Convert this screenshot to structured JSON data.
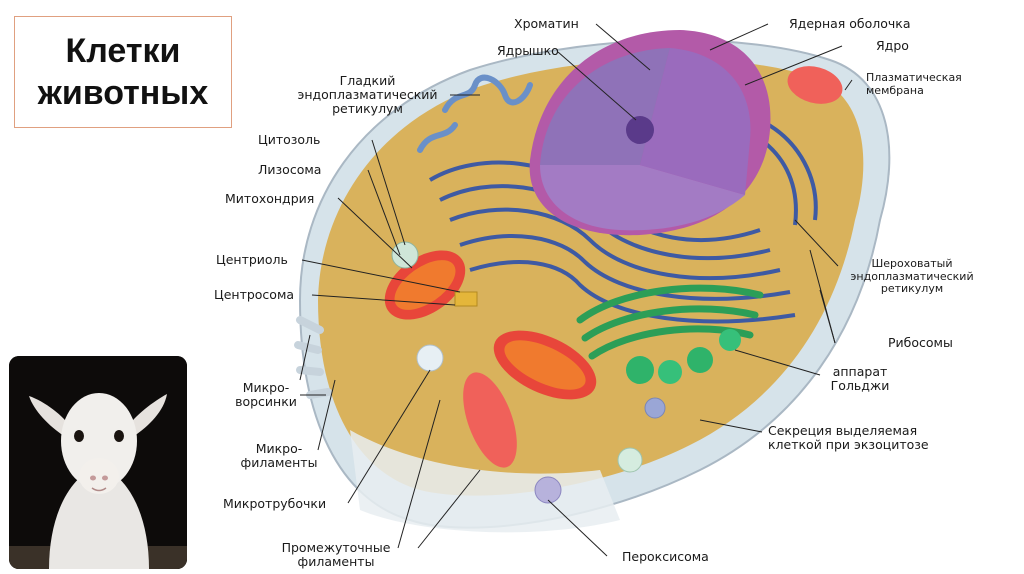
{
  "title": "Клетки\nживотных",
  "labels": {
    "chromatin": "Хроматин",
    "nuclear_envelope": "Ядерная оболочка",
    "nucleolus": "Ядрышко",
    "nucleus": "Ядро",
    "plasma_membrane": "Плазматическая\nмембрана",
    "smooth_er": "Гладкий\nэндоплазматический\nретикулум",
    "cytosol": "Цитозоль",
    "lysosome": "Лизосома",
    "mitochondrion": "Митохондрия",
    "centriole": "Центриоль",
    "centrosome": "Центросома",
    "rough_er": "Шероховатый\nэндоплазматический\nретикулум",
    "ribosomes": "Рибосомы",
    "golgi": "аппарат\nГольджи",
    "microvilli": "Микро-\nворсинки",
    "microfilaments": "Микро-\nфиламенты",
    "microtubules": "Микротрубочки",
    "intermediate_filaments": "Промежуточные\nфиламенты",
    "secretion": "Секреция выделяемая\nклеткой при экзоцитозе",
    "peroxisome": "Пероксисома"
  }
}
